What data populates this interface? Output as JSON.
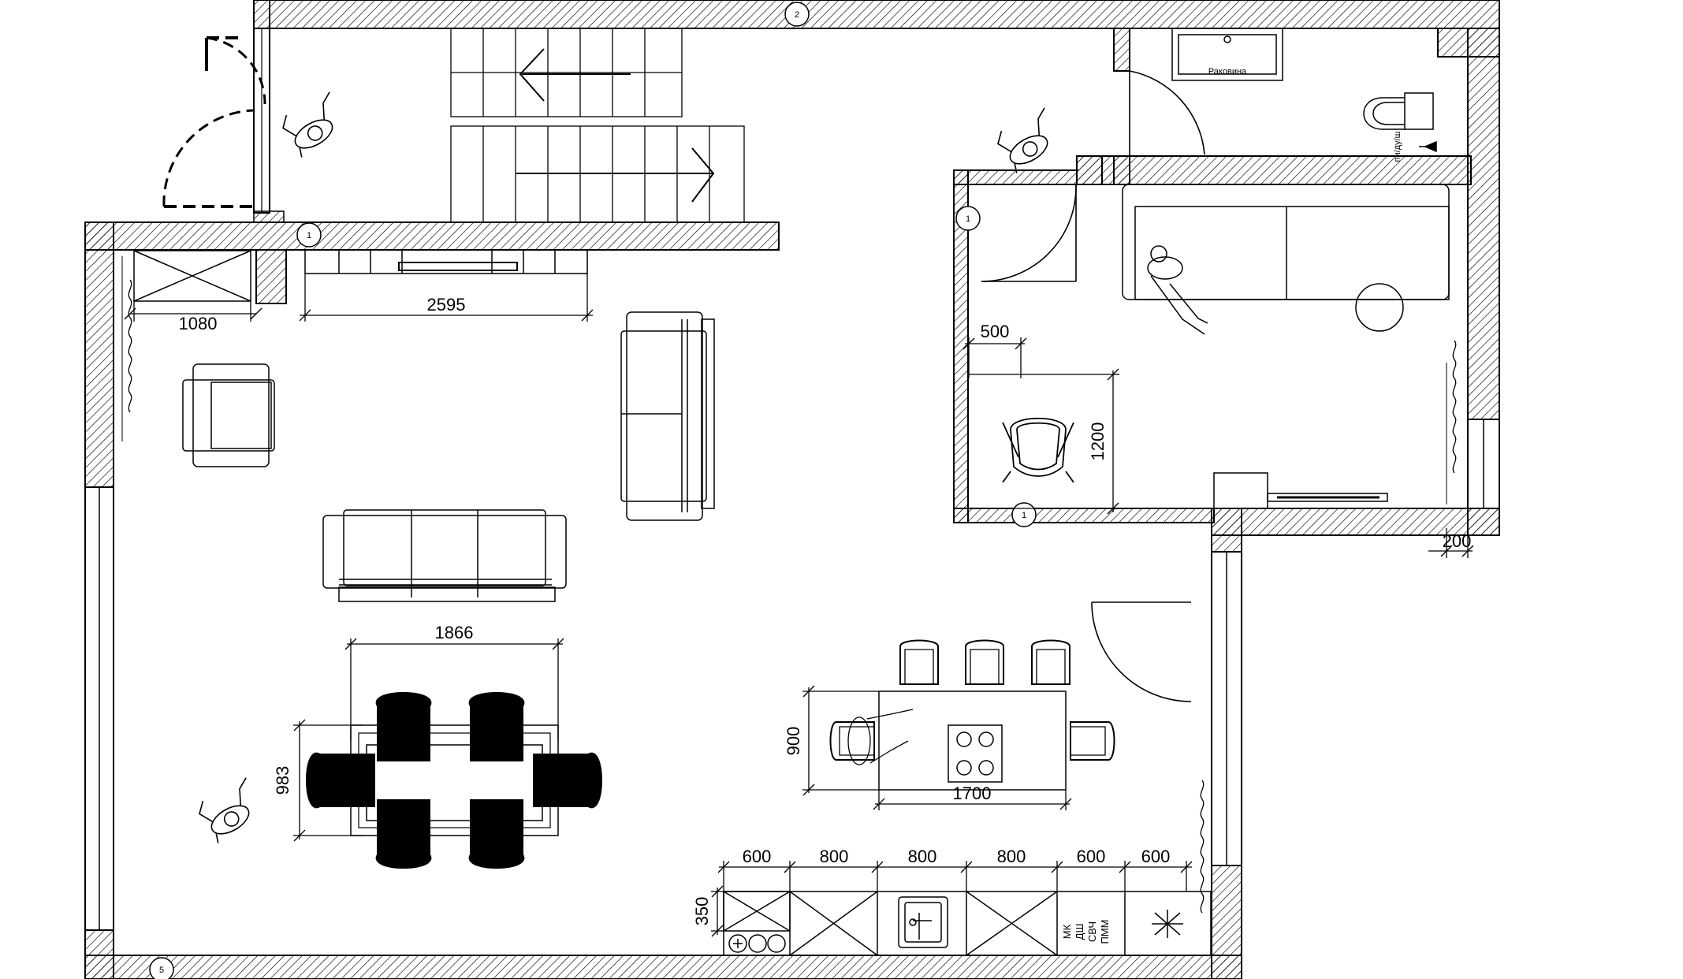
{
  "dimensions": {
    "window_left": "1080",
    "tv_wall": "2595",
    "table_width": "1866",
    "table_depth": "983",
    "island_depth": "900",
    "island_width": "1700",
    "bath_width": "500",
    "bath_depth": "1200",
    "window_right": "200",
    "kitchen_1": "600",
    "kitchen_2": "800",
    "kitchen_3": "800",
    "kitchen_4": "800",
    "kitchen_5": "600",
    "kitchen_6": "600",
    "kitchen_depth": "350"
  },
  "labels": {
    "sink": "Раковина",
    "shower_tray": "пи/ду/ш",
    "appliances": [
      "МК",
      "ДШ",
      "СВЧ",
      "ПММ"
    ]
  },
  "axis_marks": {
    "a": "1",
    "b": "2",
    "c": "1",
    "d": "5",
    "e": "1"
  }
}
